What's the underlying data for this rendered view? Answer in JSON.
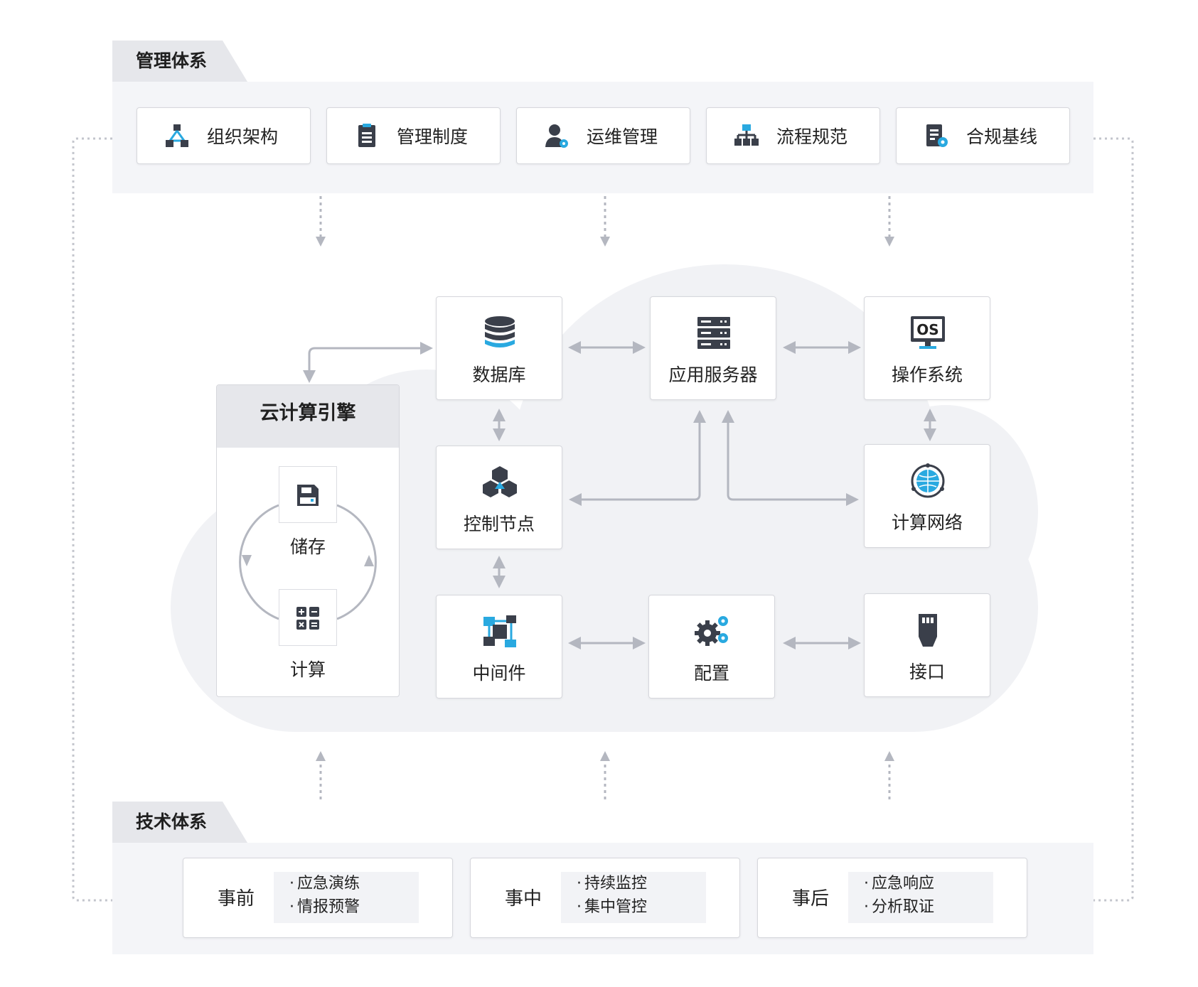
{
  "management": {
    "title": "管理体系",
    "items": [
      {
        "label": "组织架构",
        "icon": "org-structure-icon"
      },
      {
        "label": "管理制度",
        "icon": "document-icon"
      },
      {
        "label": "运维管理",
        "icon": "user-gear-icon"
      },
      {
        "label": "流程规范",
        "icon": "flowchart-icon"
      },
      {
        "label": "合规基线",
        "icon": "compliance-icon"
      }
    ]
  },
  "engine": {
    "title": "云计算引擎",
    "storage_label": "储存",
    "compute_label": "计算"
  },
  "nodes": {
    "database": "数据库",
    "app_server": "应用服务器",
    "os": "操作系统",
    "os_icon_text": "OS",
    "control_node": "控制节点",
    "compute_network": "计算网络",
    "middleware": "中间件",
    "config": "配置",
    "interface": "接口"
  },
  "technology": {
    "title": "技术体系",
    "phases": [
      {
        "phase": "事前",
        "items": [
          "应急演练",
          "情报预警"
        ]
      },
      {
        "phase": "事中",
        "items": [
          "持续监控",
          "集中管控"
        ]
      },
      {
        "phase": "事后",
        "items": [
          "应急响应",
          "分析取证"
        ]
      }
    ]
  },
  "colors": {
    "accent": "#29a9e0",
    "dark_icon": "#3a3f4a",
    "arrow": "#b4b7c0",
    "panel": "#f4f5f8",
    "tab": "#e6e7eb"
  }
}
